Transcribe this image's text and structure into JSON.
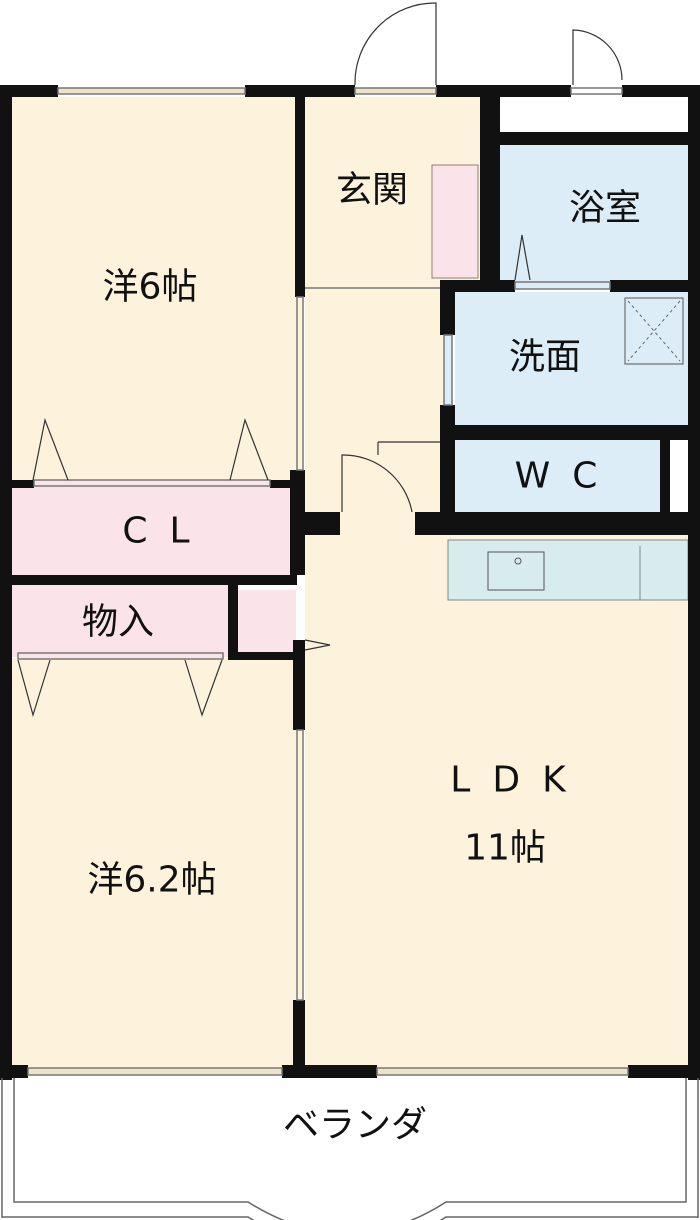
{
  "rooms": {
    "western_room_1": "洋6帖",
    "entrance": "玄関",
    "bathroom": "浴室",
    "washroom": "洗面",
    "toilet": "WC",
    "closet": "CL",
    "storage": "物入",
    "western_room_2": "洋6.2帖",
    "ldk_name": "LDK",
    "ldk_size": "11帖",
    "veranda": "ベランダ"
  },
  "colors": {
    "floor": "#fdf3dd",
    "storage": "#fbe3ea",
    "wet_area": "#dcedf8",
    "kitchen": "#d8ecee",
    "wall": "#111111"
  }
}
